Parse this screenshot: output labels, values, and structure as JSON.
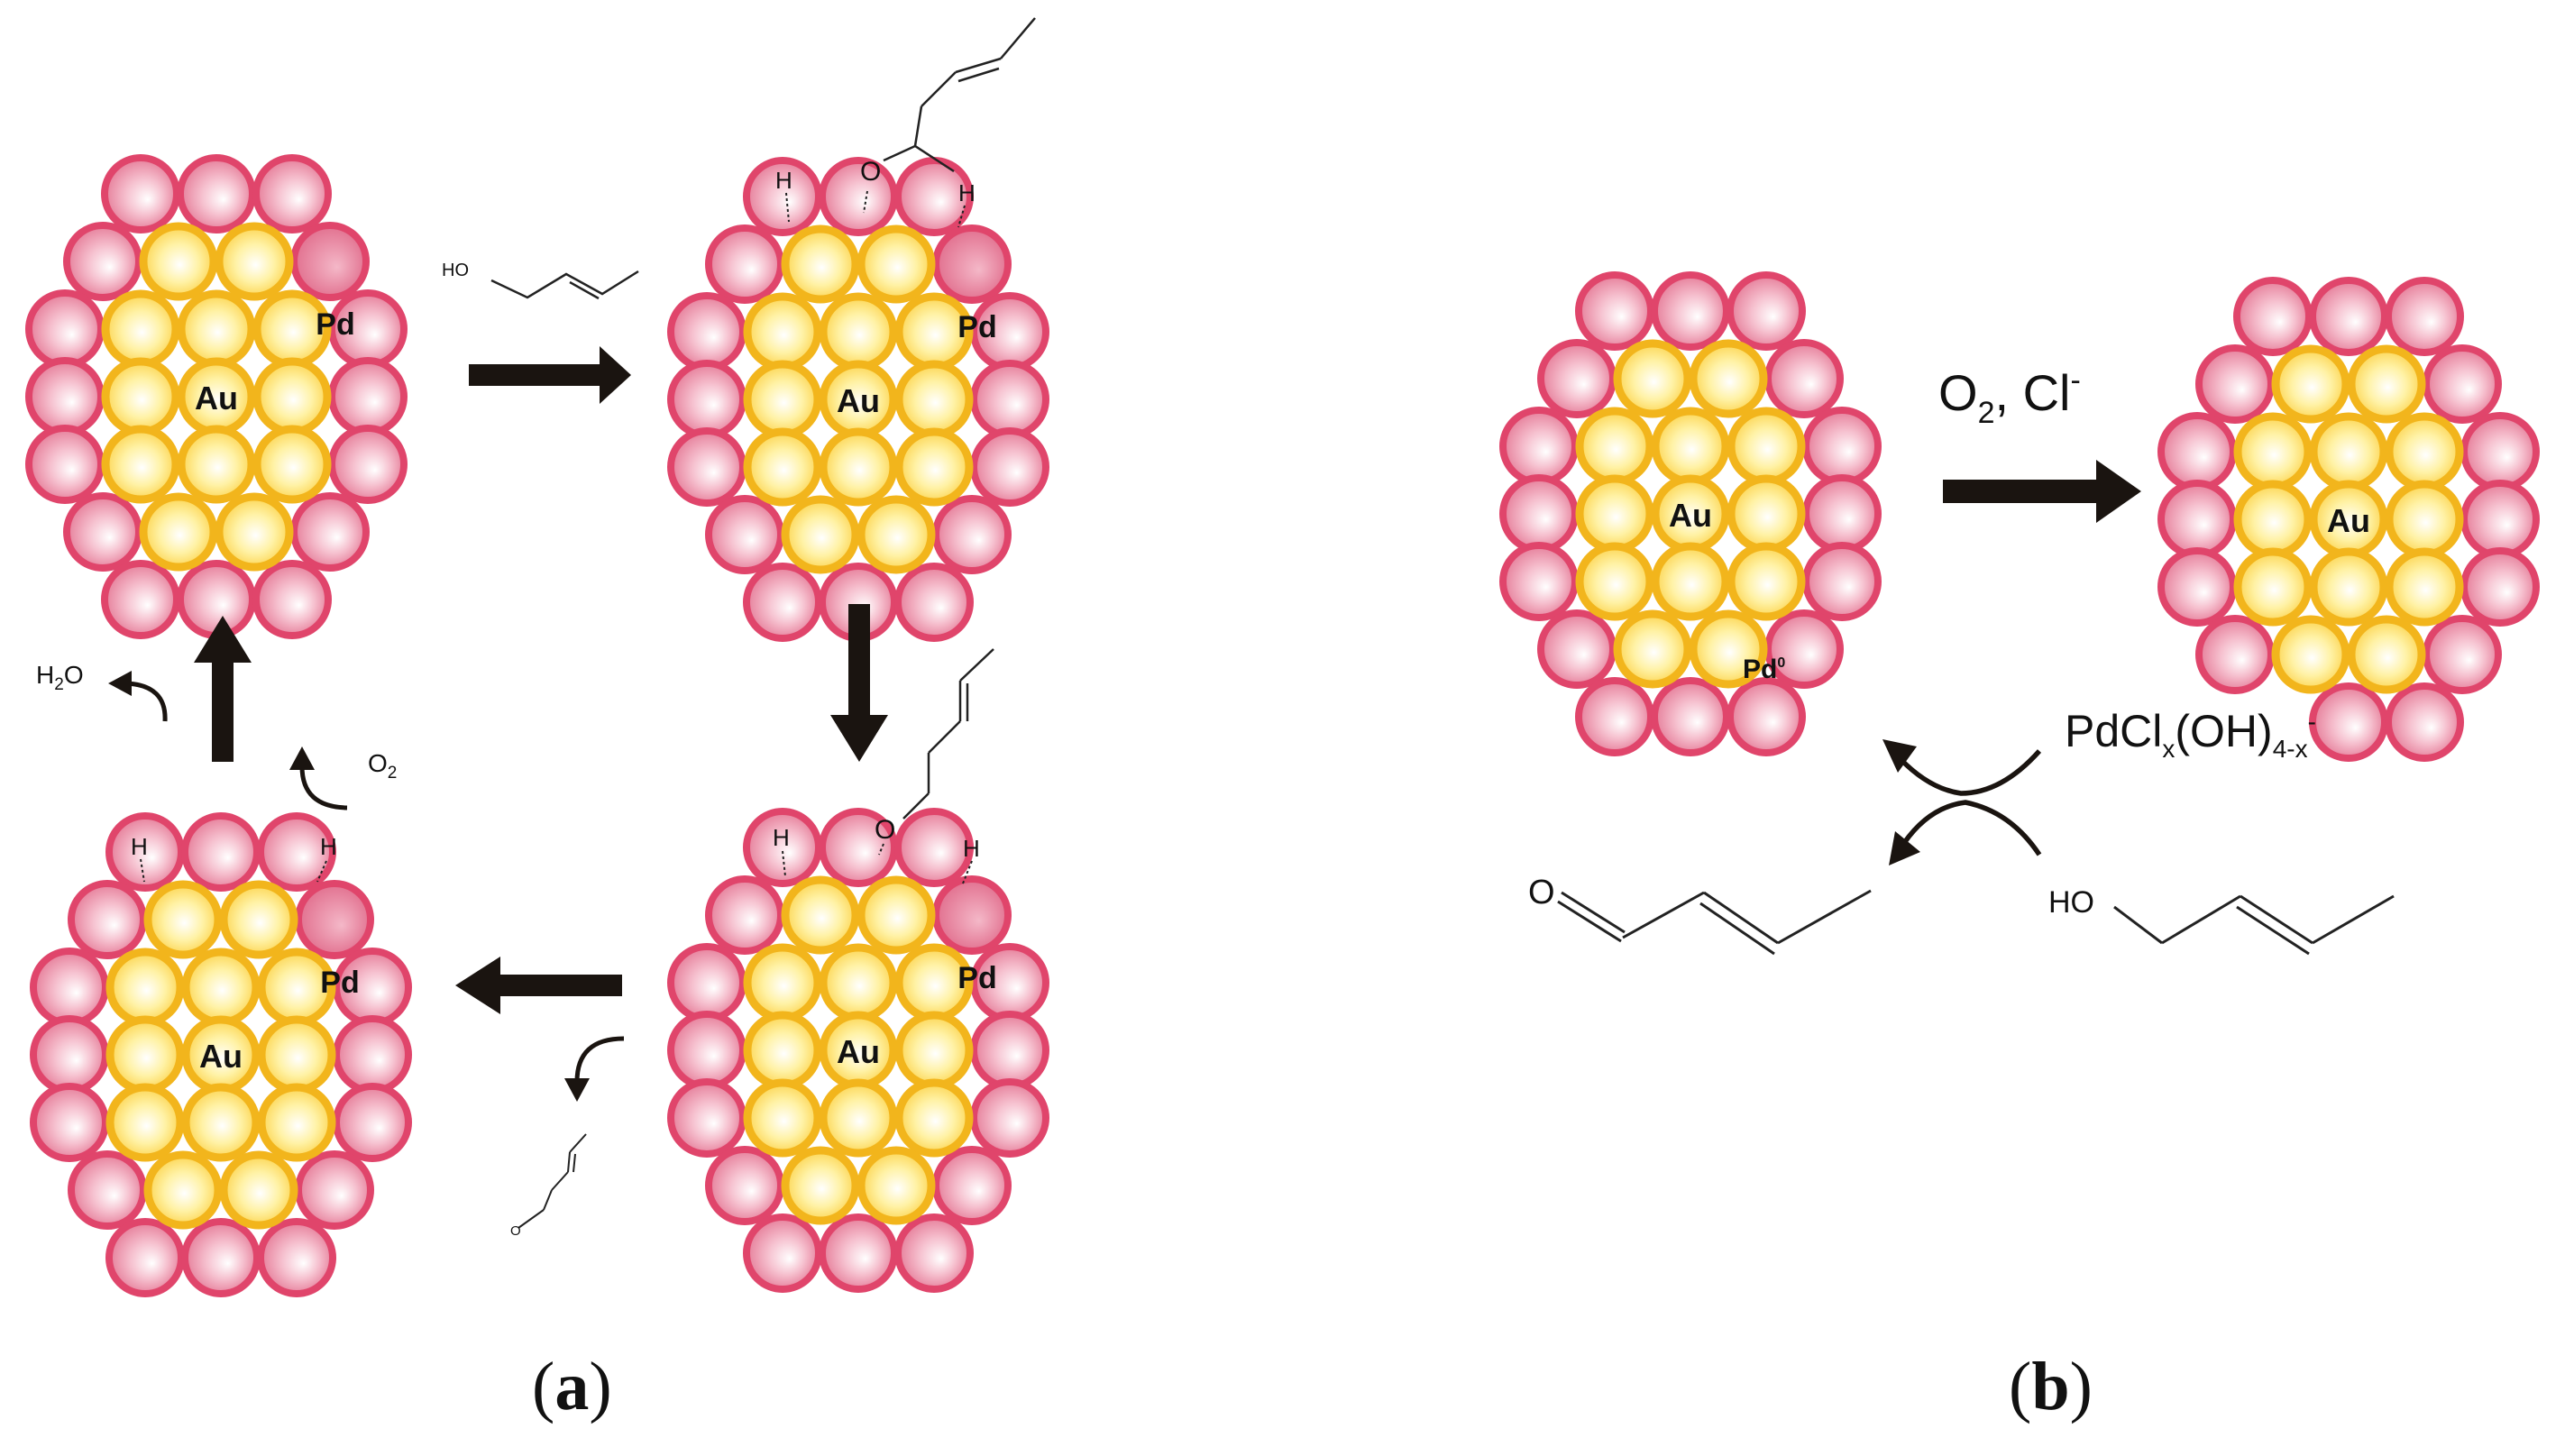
{
  "panel_a": {
    "label": "a",
    "clusters": [
      {
        "core": "Au",
        "pd": "Pd"
      },
      {
        "core": "Au",
        "pd": "Pd"
      },
      {
        "core": "Au",
        "pd": "Pd"
      },
      {
        "core": "Au",
        "pd": "Pd"
      }
    ],
    "labels": {
      "h": "H",
      "o": "O",
      "ho": "HO",
      "h2o_base": "H",
      "h2o_sub": "2",
      "h2o_tail": "O",
      "o2_base": "O",
      "o2_sub": "2",
      "aldehyde_o": "O"
    }
  },
  "panel_b": {
    "label": "b",
    "cluster_left": {
      "core": "Au",
      "pd_base": "Pd",
      "pd_sup": "0"
    },
    "cluster_right": {
      "core": "Au"
    },
    "reagent": {
      "o": "O",
      "o_sub": "2",
      "sep": ", Cl",
      "sup": "-"
    },
    "pd_species": {
      "base": "PdCl",
      "sub1": "x",
      "mid": "(OH)",
      "sub2": "4-x",
      "sup": "-"
    },
    "product_o": "O",
    "reactant_ho": "HO"
  },
  "colors": {
    "pd_shell": "#e0456b",
    "pd_fill_light": "#fde0e8",
    "au_shell": "#f2b51c",
    "au_fill_light": "#fff8c8",
    "arrow": "#1a1410"
  }
}
